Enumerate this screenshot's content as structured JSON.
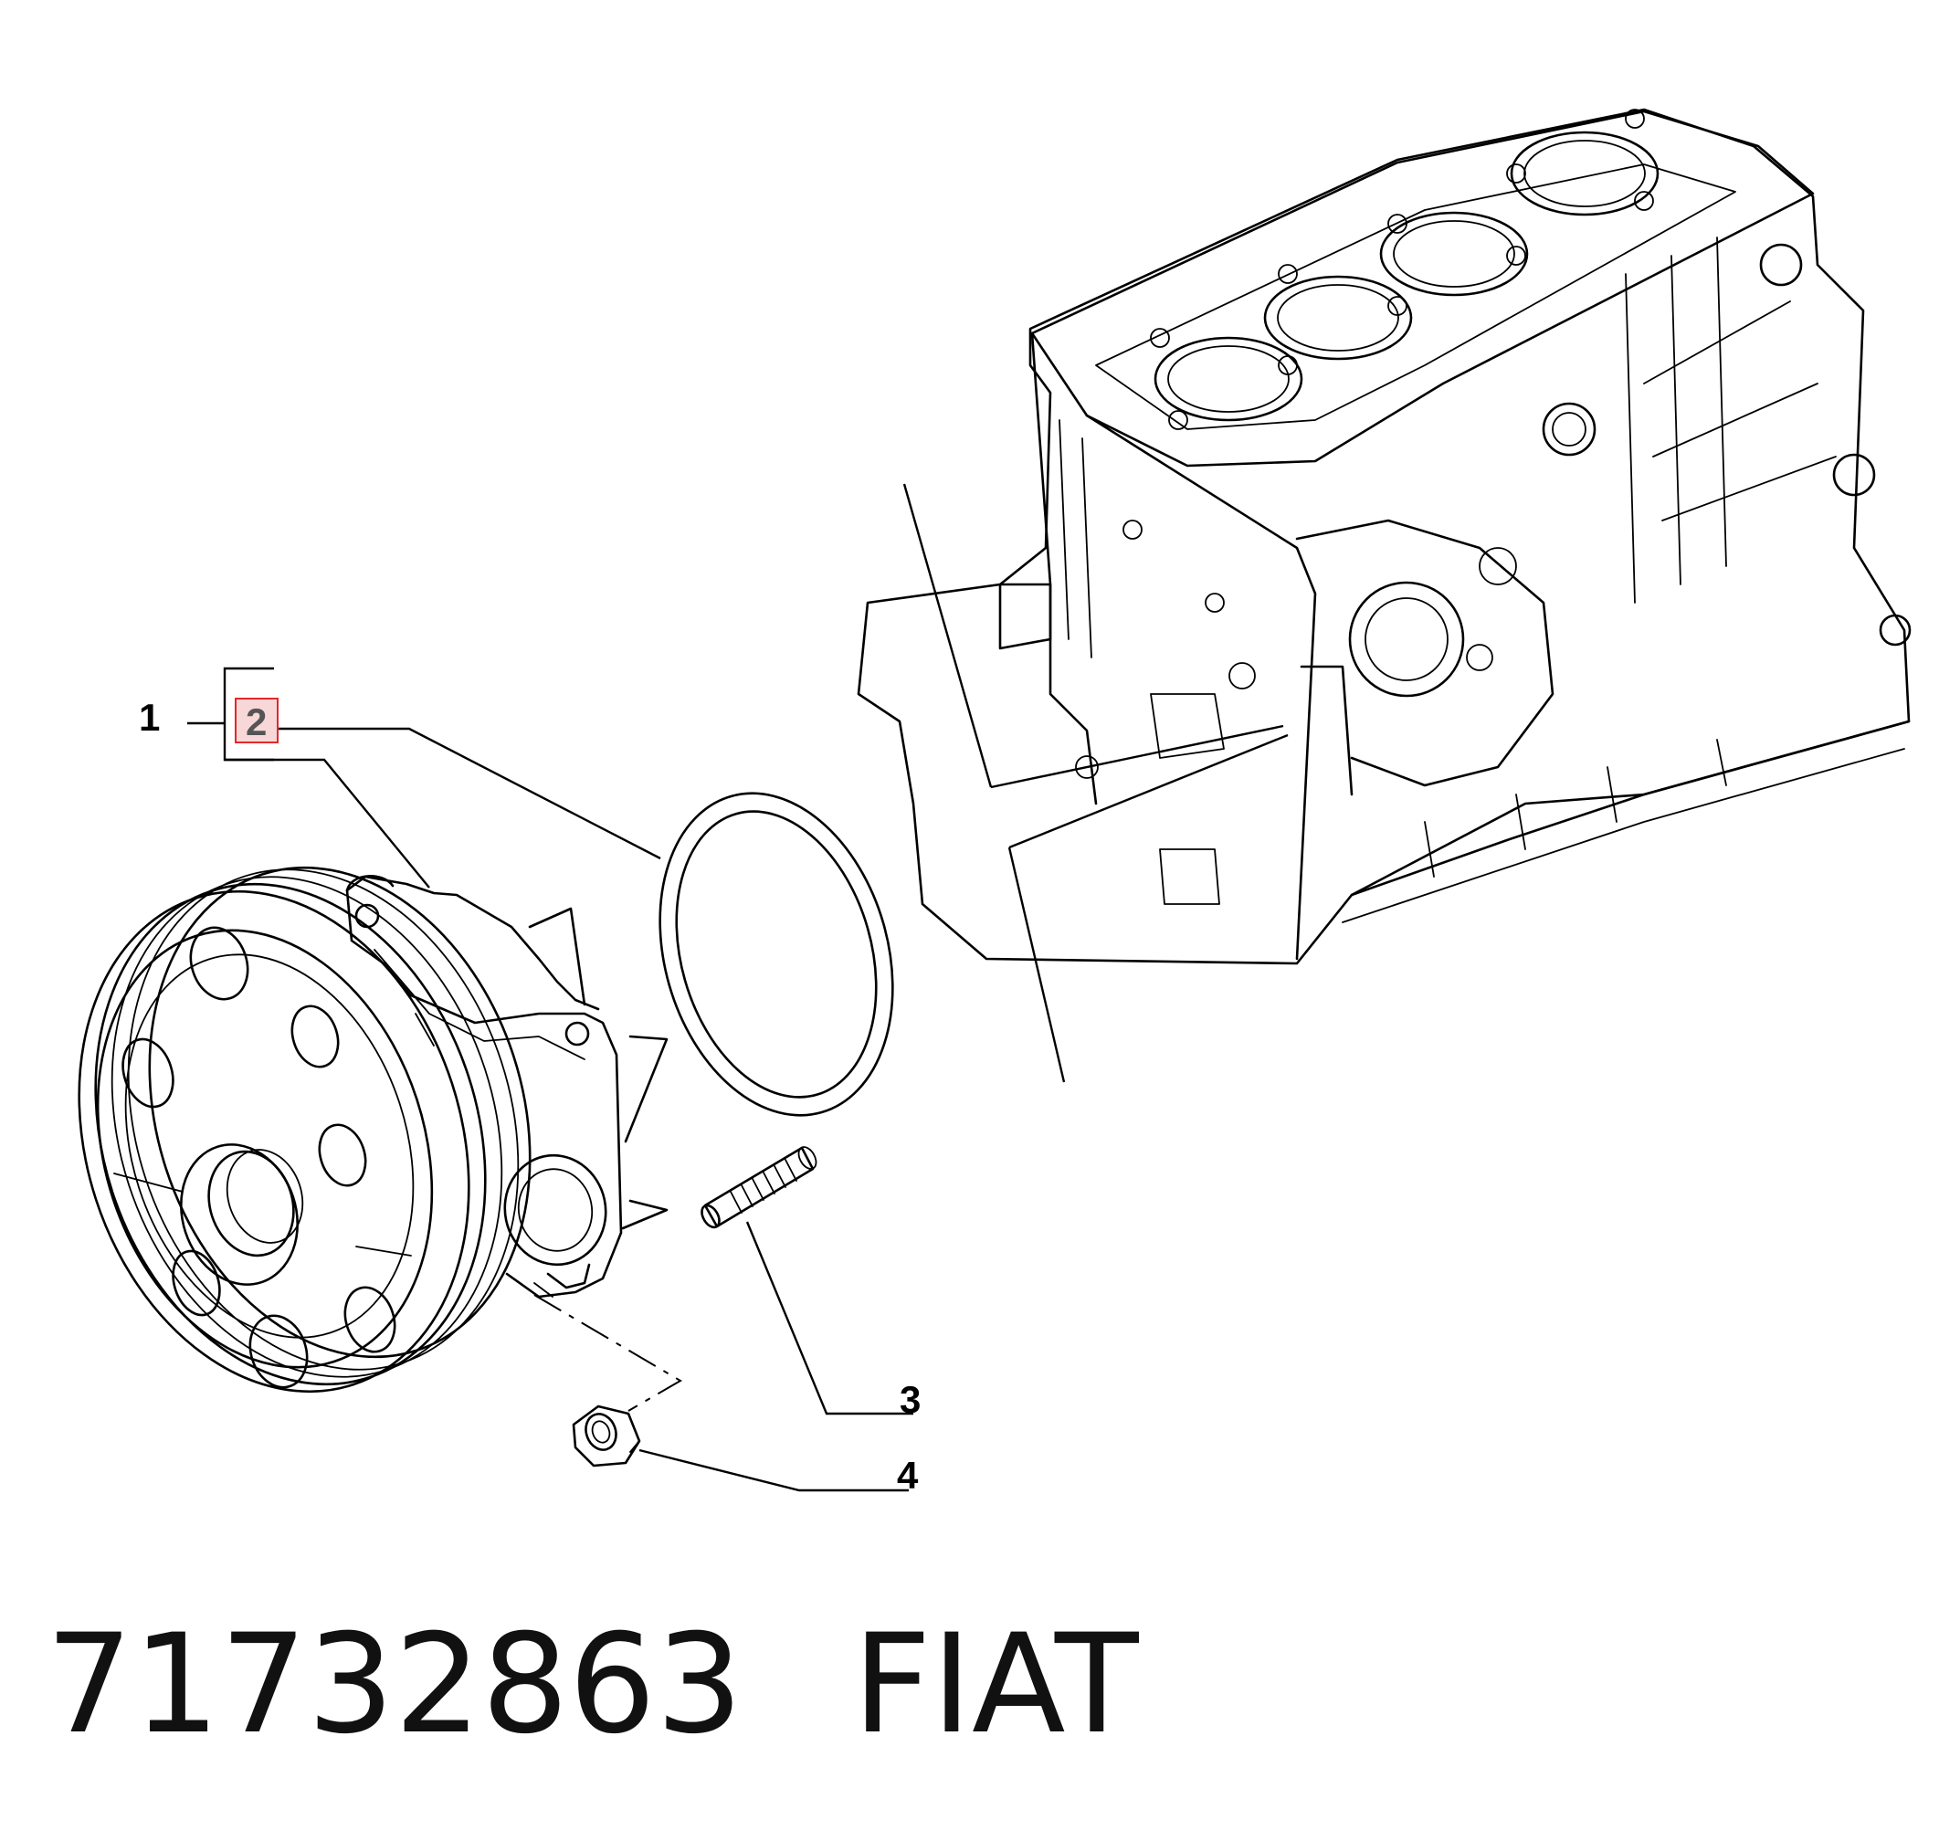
{
  "callouts": {
    "c1": "1",
    "c2": "2",
    "c3": "3",
    "c4": "4"
  },
  "caption": {
    "part_number": "71732863",
    "brand": "FIAT"
  },
  "colors": {
    "line": "#000000",
    "highlight_fill": "#f8d7d8",
    "highlight_border": "#e3282b"
  }
}
